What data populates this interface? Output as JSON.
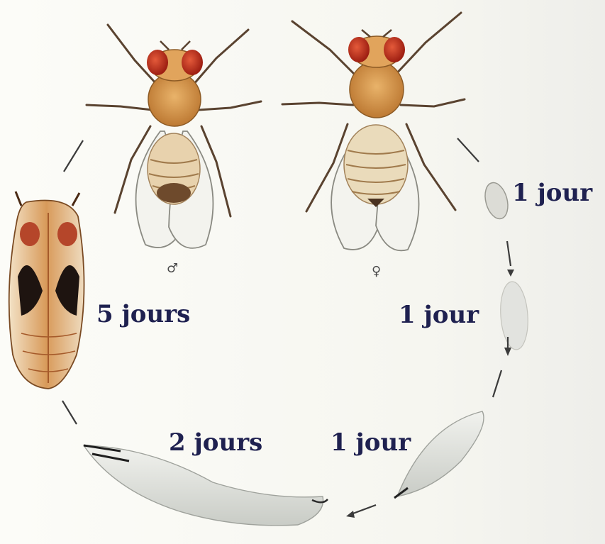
{
  "labels": {
    "egg_to_embryo": "1 jour",
    "embryo_to_larva": "1 jour",
    "larva_stage_a": "1 jour",
    "larva_stage_b": "2 jours",
    "pupa_stage": "5 jours"
  },
  "symbols": {
    "male": "♂",
    "female": "♀"
  },
  "colors": {
    "label_text": "#1f2150",
    "eye_red": "#c8321e",
    "thorax_orange": "#cf8a3c",
    "pupa_brown": "#b86a2a",
    "larva_grey": "#d9dcd6"
  }
}
